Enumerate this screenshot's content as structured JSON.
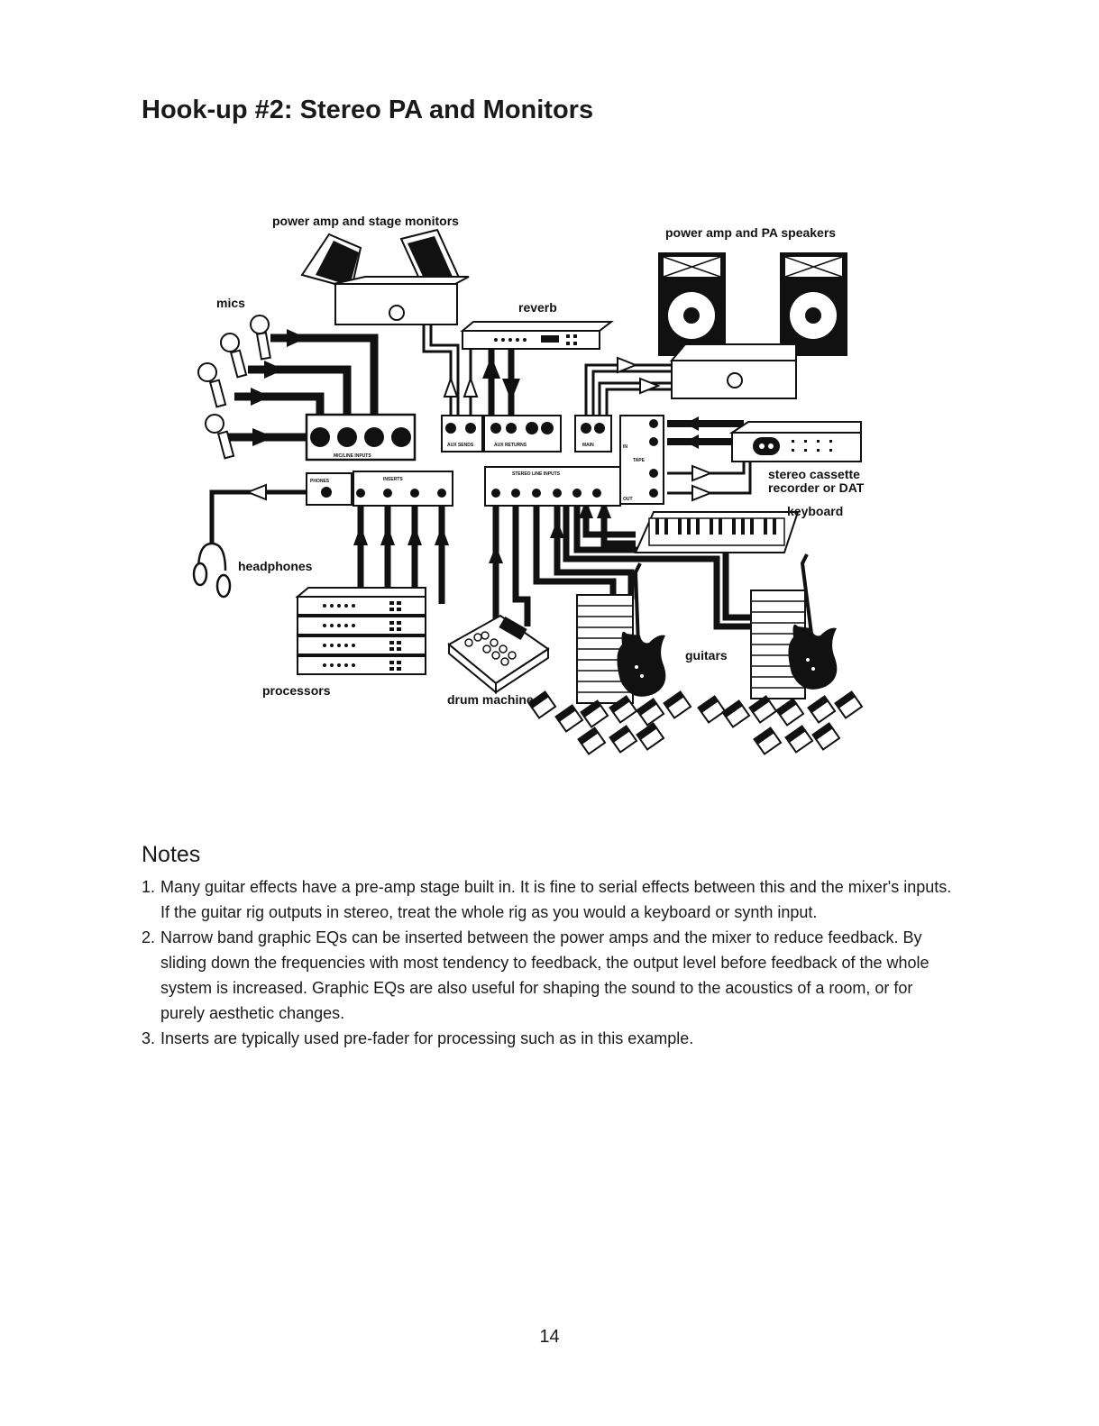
{
  "page": {
    "title": "Hook-up #2: Stereo PA and Monitors",
    "page_number": "14"
  },
  "diagram": {
    "labels": {
      "power_amp_stage_monitors": "power amp and stage monitors",
      "power_amp_pa_speakers": "power amp and PA speakers",
      "mics": "mics",
      "reverb": "reverb",
      "stereo_cassette": "stereo cassette",
      "recorder_dat": "recorder or DAT",
      "keyboard": "keyboard",
      "headphones": "headphones",
      "processors": "processors",
      "drum_machine": "drum machine",
      "guitars": "guitars"
    },
    "panel": {
      "mic_line_inputs": "MIC/LINE INPUTS",
      "aux_sends": "AUX SENDS",
      "aux_returns": "AUX RETURNS",
      "main": "MAIN",
      "phones": "PHONES",
      "inserts": "INSERTS",
      "stereo_line_inputs": "STEREO LINE INPUTS",
      "tape": "TAPE",
      "in": "IN",
      "out": "OUT"
    }
  },
  "notes": {
    "heading": "Notes",
    "items": [
      {
        "num": "1.",
        "text": "Many guitar effects have a pre-amp stage built in. It is fine to serial effects between this and the mixer's inputs. If the guitar rig outputs in stereo, treat the whole rig as you would a keyboard or synth input."
      },
      {
        "num": "2.",
        "text": "Narrow band graphic EQs can be inserted between the power amps and the mixer to reduce feedback. By sliding down the frequencies with most tendency to feedback, the output level before feedback of the whole system is increased. Graphic EQs are also useful for shaping the sound to the acoustics of a room, or for purely aesthetic changes."
      },
      {
        "num": "3.",
        "text": "Inserts are typically used pre-fader for processing such as in this example."
      }
    ]
  }
}
